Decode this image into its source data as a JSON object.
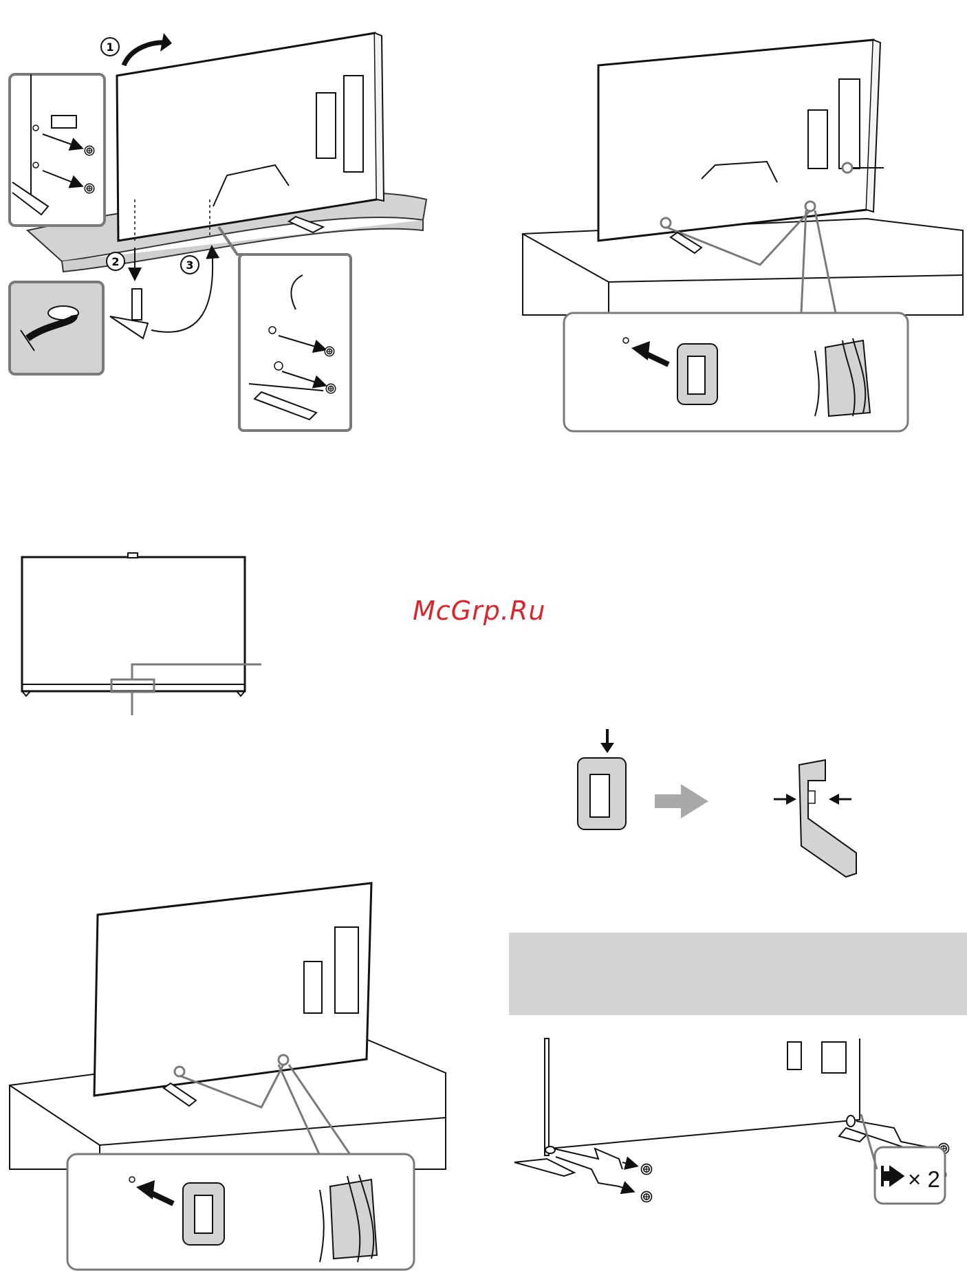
{
  "watermark": {
    "text": "McGrp.Ru",
    "color": "#d9262c"
  },
  "steps": {
    "step1": "1",
    "step2": "2",
    "step3": "3"
  },
  "screw_count": {
    "symbol": "screw-arrow-icon",
    "label": "× 2"
  },
  "colors": {
    "line": "#111111",
    "callout_gray": "#7a7a7a",
    "box_fill": "#d3d3d3"
  }
}
